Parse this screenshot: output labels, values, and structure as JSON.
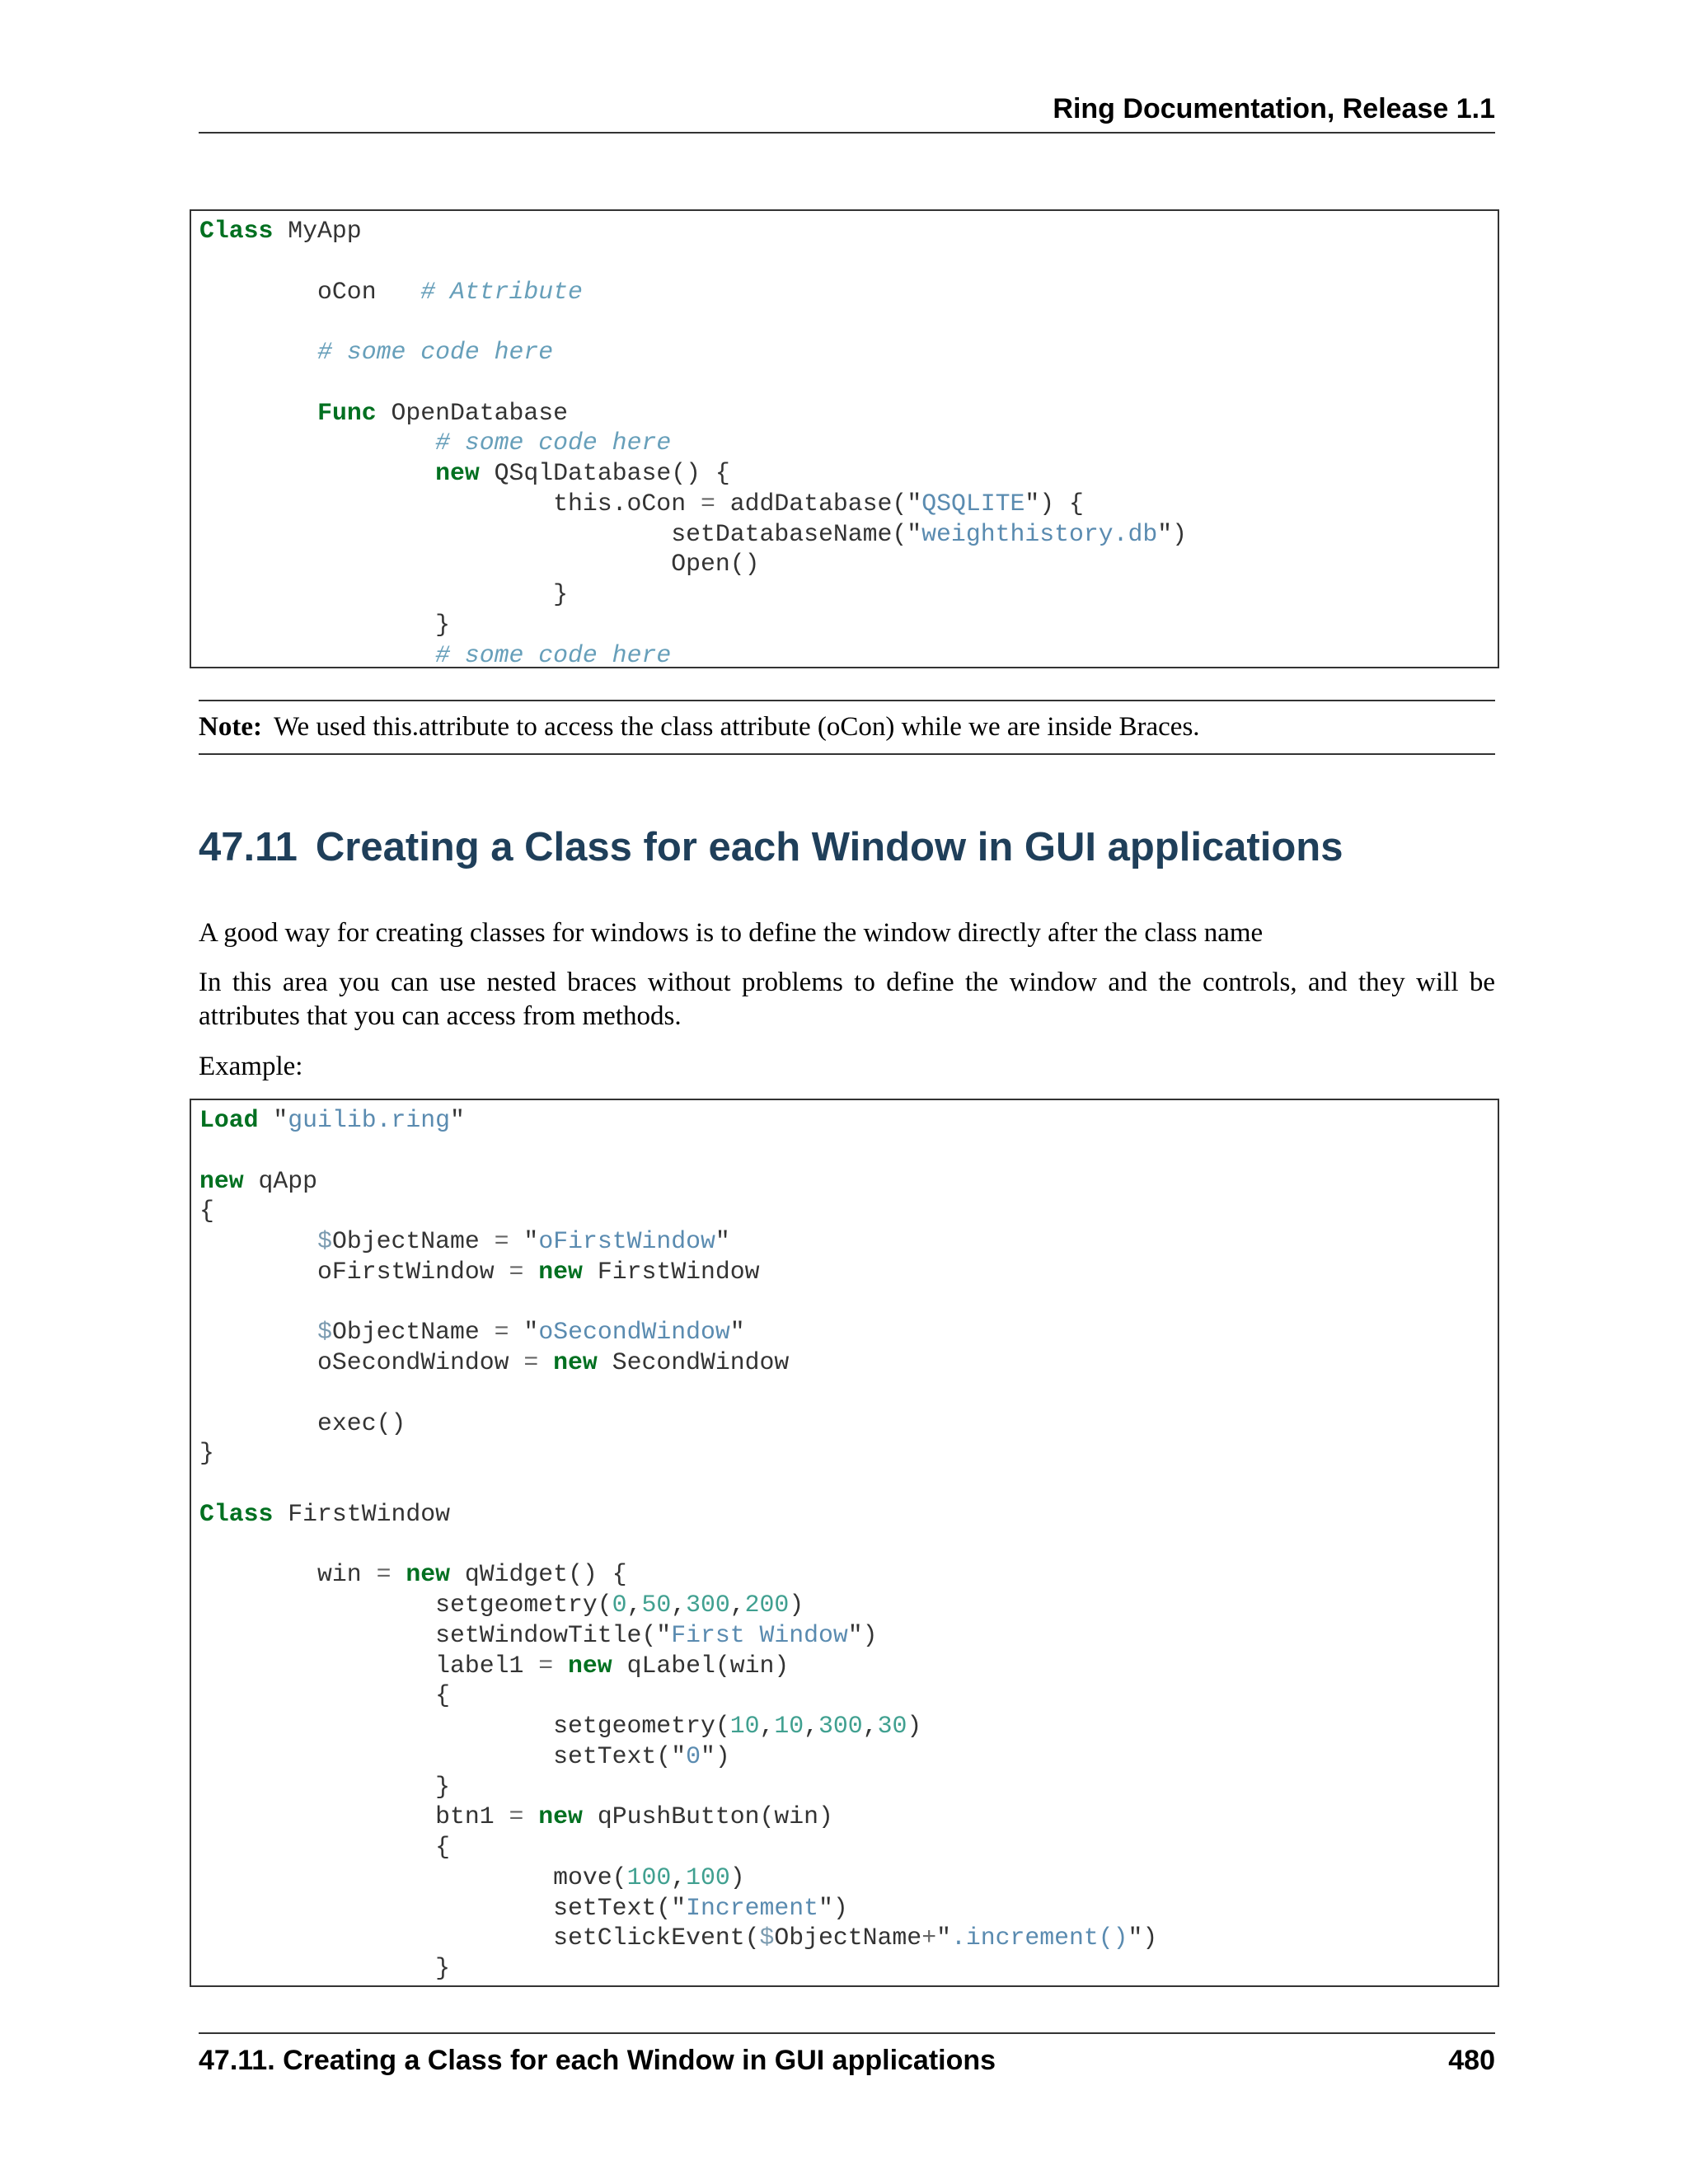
{
  "header": {
    "title": "Ring Documentation, Release 1.1"
  },
  "code_block_1": {
    "lines": [
      "Class MyApp",
      "",
      "        oCon   # Attribute",
      "",
      "        # some code here",
      "",
      "        Func OpenDatabase",
      "                # some code here",
      "                new QSqlDatabase() {",
      "                        this.oCon = addDatabase(\"QSQLITE\") {",
      "                                setDatabaseName(\"weighthistory.db\")",
      "                                Open()",
      "                        }",
      "                }",
      "                # some code here"
    ]
  },
  "note": {
    "label": "Note:",
    "text": "We used this.attribute to access the class attribute (oCon) while we are inside Braces."
  },
  "section": {
    "number": "47.11",
    "title": "Creating a Class for each Window in GUI applications"
  },
  "paragraphs": {
    "p1": "A good way for creating classes for windows is to define the window directly after the class name",
    "p2": "In this area you can use nested braces without problems to define the window and the controls, and they will be attributes that you can access from methods.",
    "p3": "Example:"
  },
  "code_block_2": {
    "lines": [
      "Load \"guilib.ring\"",
      "",
      "new qApp",
      "{",
      "        $ObjectName = \"oFirstWindow\"",
      "        oFirstWindow = new FirstWindow",
      "",
      "        $ObjectName = \"oSecondWindow\"",
      "        oSecondWindow = new SecondWindow",
      "",
      "        exec()",
      "}",
      "",
      "Class FirstWindow",
      "",
      "        win = new qWidget() {",
      "                setgeometry(0,50,300,200)",
      "                setWindowTitle(\"First Window\")",
      "                label1 = new qLabel(win)",
      "                {",
      "                        setgeometry(10,10,300,30)",
      "                        setText(\"0\")",
      "                }",
      "                btn1 = new qPushButton(win)",
      "                {",
      "                        move(100,100)",
      "                        setText(\"Increment\")",
      "                        setClickEvent($ObjectName+\".increment()\")",
      "                }"
    ]
  },
  "footer": {
    "section_title": "47.11.  Creating a Class for each Window in GUI applications",
    "page_number": "480"
  }
}
